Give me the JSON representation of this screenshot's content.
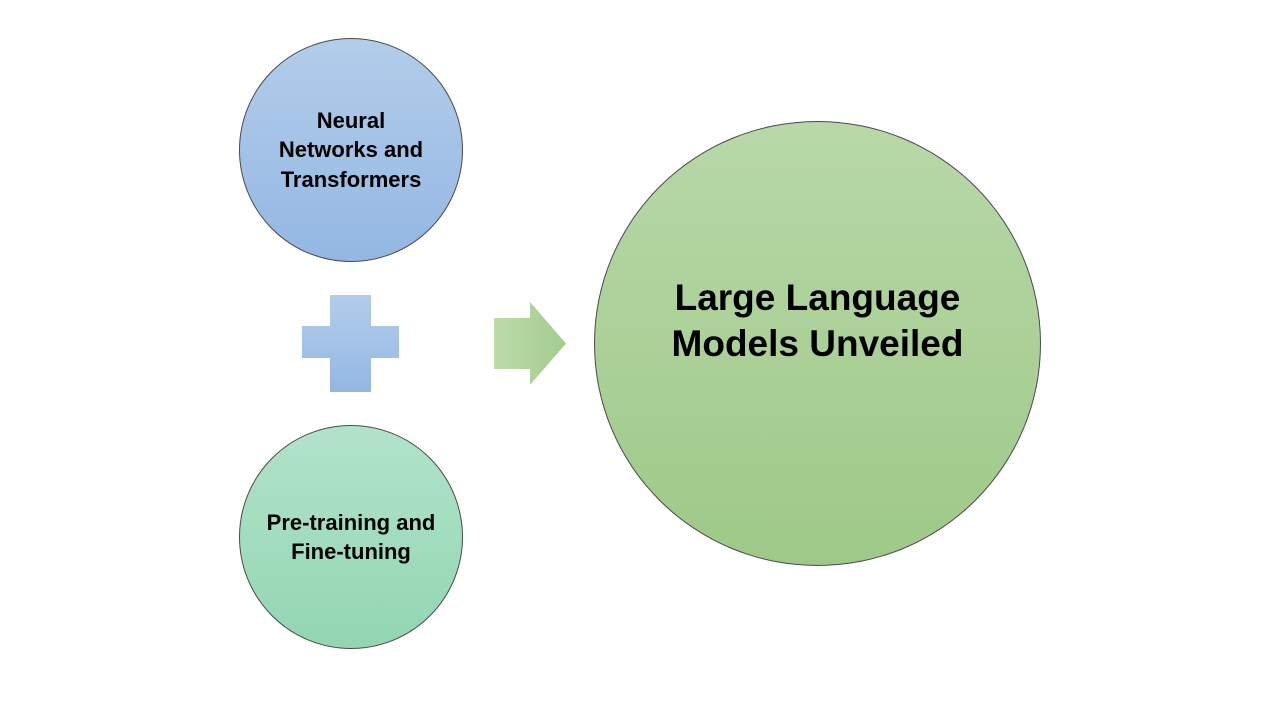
{
  "diagram": {
    "title": "Large Language Models Unveiled",
    "inputs": [
      {
        "label": "Neural Networks and Transformers"
      },
      {
        "label": "Pre-training and Fine-tuning"
      }
    ],
    "operator": "plus-icon",
    "connector": "arrow-right-icon",
    "colors": {
      "input_top": "#a3c2e7",
      "input_bottom": "#a2ddbf",
      "output": "#abd097",
      "plus": "#a6c2e6",
      "arrow": "#b2d6a0",
      "outline": "#4a4a4a"
    }
  }
}
